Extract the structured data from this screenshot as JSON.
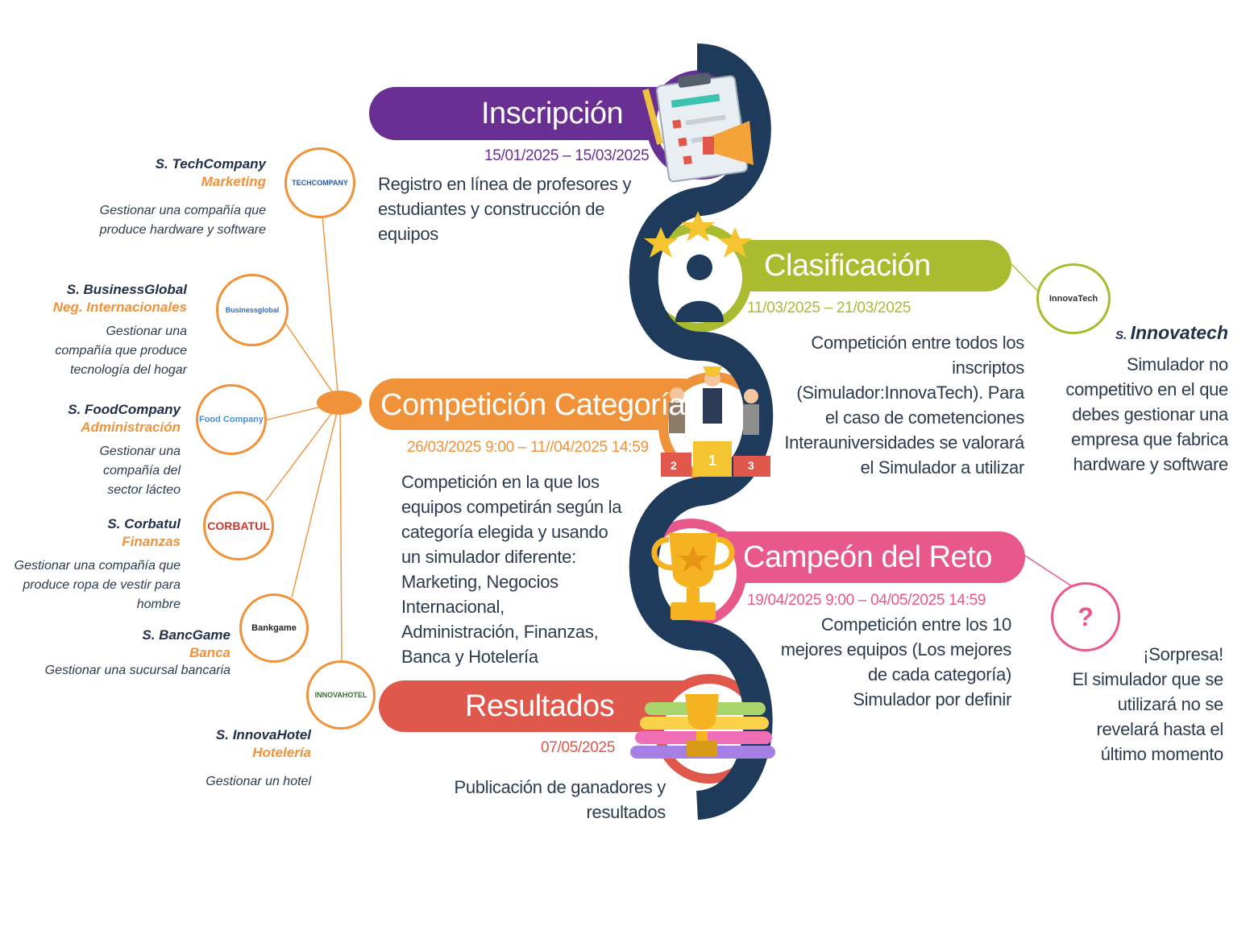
{
  "phases": [
    {
      "title": "Inscripción",
      "date": "15/01/2025 – 15/03/2025",
      "desc": [
        "Registro en línea de profesores y",
        "estudiantes y construcción de",
        "equipos"
      ]
    },
    {
      "title": "Clasificación",
      "date": "11/03/2025 – 21/03/2025",
      "desc": [
        "Competición entre todos los",
        "inscriptos",
        "(Simulador:InnovaTech). Para",
        "el caso de cometenciones",
        "Interauniversidades se valorará",
        "el Simulador a utilizar"
      ]
    },
    {
      "title": "Competición Categorías",
      "date": "26/03/2025 9:00 – 11//04/2025 14:59",
      "desc": [
        "Competición en la que los",
        "equipos competirán según la",
        "categoría elegida y usando",
        "un simulador diferente:",
        "Marketing, Negocios",
        "Internacional,",
        "Administración, Finanzas,",
        "Banca y Hotelería"
      ]
    },
    {
      "title": "Campeón del Reto",
      "date": "19/04/2025 9:00 – 04/05/2025 14:59",
      "desc": [
        "Competición entre los 10",
        "mejores equipos (Los mejores",
        "de cada categoría)",
        "Simulador por definir"
      ]
    },
    {
      "title": "Resultados",
      "date": "07/05/2025",
      "desc": [
        "Publicación de ganadores y",
        "resultados"
      ]
    }
  ],
  "simulators": [
    {
      "name": "S. TechCompany",
      "category": "Marketing",
      "desc": [
        "Gestionar una compañía que",
        "produce hardware y software"
      ],
      "logo": "TECHCOMPANY"
    },
    {
      "name": "S. BusinessGlobal",
      "category": "Neg. Internacionales",
      "desc": [
        "Gestionar una",
        "compañía que produce",
        "tecnología del hogar"
      ],
      "logo": "Businessglobal"
    },
    {
      "name": "S. FoodCompany",
      "category": "Administración",
      "desc": [
        "Gestionar una",
        "compañía del",
        "sector lácteo"
      ],
      "logo": "Food Company"
    },
    {
      "name": "S. Corbatul",
      "category": "Finanzas",
      "desc": [
        "Gestionar una compañía que",
        "produce ropa de vestir para",
        "hombre"
      ],
      "logo": "CORBATUL"
    },
    {
      "name": "S. BancGame",
      "category": "Banca",
      "desc": [
        "Gestionar una sucursal bancaria"
      ],
      "logo": "Bankgame"
    },
    {
      "name": "S. InnovaHotel",
      "category": "Hotelería",
      "desc": [
        "Gestionar un hotel"
      ],
      "logo": "INNOVAHOTEL"
    }
  ],
  "innovatech": {
    "prefix": "S.",
    "name": "Innovatech",
    "logo": "InnovaTech",
    "desc": [
      "Simulador no",
      "competitivo en el que",
      "debes gestionar una",
      "empresa que fabrica",
      "hardware y software"
    ]
  },
  "surprise": {
    "symbol": "?",
    "desc": [
      "¡Sorpresa!",
      "El simulador que se",
      "utilizará no se",
      "revelará hasta el",
      "último momento"
    ]
  },
  "podium": {
    "first": "1",
    "second": "2",
    "third": "3"
  },
  "colors": {
    "inscripcion": "#6a2f92",
    "clasificacion": "#a9bb2f",
    "categorias": "#f0923a",
    "campeon": "#e8588a",
    "resultados": "#e0584b",
    "spine": "#1f3b5c",
    "accent_orange": "#f0923a"
  }
}
